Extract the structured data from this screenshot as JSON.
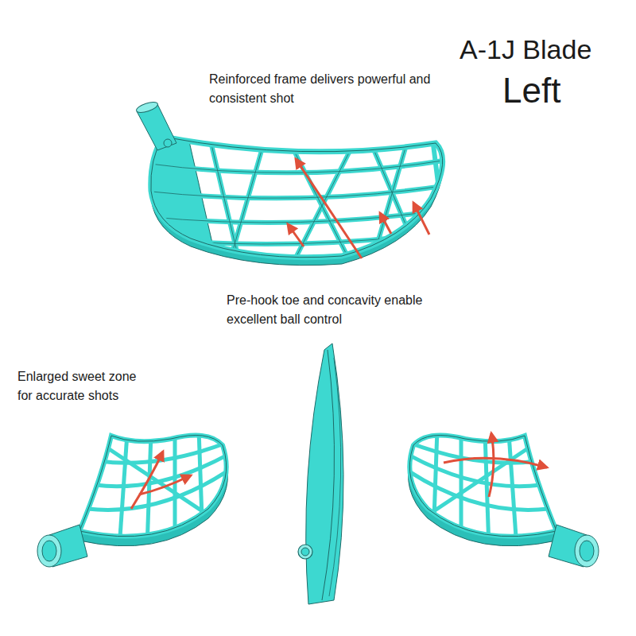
{
  "diagram": {
    "title": "A-1J Blade",
    "labels": [
      "Left",
      "Reinforced frame delivers powerful and consistent shot",
      "Pre-hook toe and concavity enable excellent ball control",
      "Enlarged sweet zone for accurate shots"
    ]
  }
}
